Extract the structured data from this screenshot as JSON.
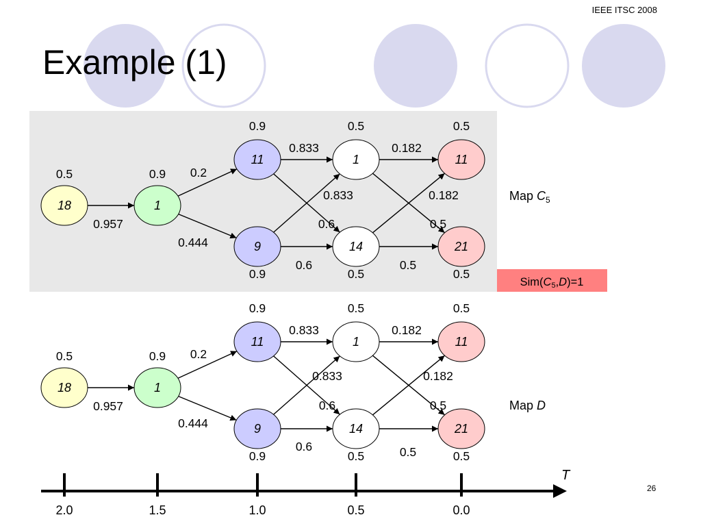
{
  "slide": {
    "header_text": "IEEE ITSC 2008",
    "title": "Example (1)",
    "page_number": "26"
  },
  "colors": {
    "deco_fill": "#d9d9ef",
    "deco_stroke": "#d9d9ef",
    "panel_bg": "#e8e8e8",
    "yellow": "#ffffcc",
    "green": "#ccffcc",
    "blue": "#ccccff",
    "white": "#ffffff",
    "red": "#ffcccc",
    "sim_badge": "#ff8080"
  },
  "maps": [
    {
      "id": "C5",
      "label_prefix": "Map ",
      "label_var": "C",
      "label_sub": "5",
      "nodes": [
        {
          "id": "a",
          "label": "18",
          "weight": "0.5",
          "color": "yellow"
        },
        {
          "id": "b",
          "label": "1",
          "weight": "0.9",
          "color": "green"
        },
        {
          "id": "c",
          "label": "11",
          "weight": "0.9",
          "color": "blue"
        },
        {
          "id": "d",
          "label": "9",
          "weight": "0.9",
          "color": "blue"
        },
        {
          "id": "e",
          "label": "1",
          "weight": "0.5",
          "color": "white"
        },
        {
          "id": "f",
          "label": "14",
          "weight": "0.5",
          "color": "white"
        },
        {
          "id": "g",
          "label": "11",
          "weight": "0.5",
          "color": "red"
        },
        {
          "id": "h",
          "label": "21",
          "weight": "0.5",
          "color": "red"
        }
      ],
      "edges": [
        {
          "from": "a",
          "to": "b",
          "weight": "0.957"
        },
        {
          "from": "b",
          "to": "c",
          "weight": "0.2"
        },
        {
          "from": "b",
          "to": "d",
          "weight": "0.444"
        },
        {
          "from": "c",
          "to": "e",
          "weight": "0.833"
        },
        {
          "from": "d",
          "to": "e",
          "weight": "0.833"
        },
        {
          "from": "c",
          "to": "f",
          "weight": "0.6"
        },
        {
          "from": "d",
          "to": "f",
          "weight": "0.6"
        },
        {
          "from": "e",
          "to": "g",
          "weight": "0.182"
        },
        {
          "from": "f",
          "to": "g",
          "weight": "0.182"
        },
        {
          "from": "e",
          "to": "h",
          "weight": "0.5"
        },
        {
          "from": "f",
          "to": "h",
          "weight": "0.5"
        }
      ]
    },
    {
      "id": "D",
      "label_prefix": "Map ",
      "label_var": "D",
      "label_sub": "",
      "nodes": [
        {
          "id": "a",
          "label": "18",
          "weight": "0.5",
          "color": "yellow"
        },
        {
          "id": "b",
          "label": "1",
          "weight": "0.9",
          "color": "green"
        },
        {
          "id": "c",
          "label": "11",
          "weight": "0.9",
          "color": "blue"
        },
        {
          "id": "d",
          "label": "9",
          "weight": "0.9",
          "color": "blue"
        },
        {
          "id": "e",
          "label": "1",
          "weight": "0.5",
          "color": "white"
        },
        {
          "id": "f",
          "label": "14",
          "weight": "0.5",
          "color": "white"
        },
        {
          "id": "g",
          "label": "11",
          "weight": "0.5",
          "color": "red"
        },
        {
          "id": "h",
          "label": "21",
          "weight": "0.5",
          "color": "red"
        }
      ],
      "edges": [
        {
          "from": "a",
          "to": "b",
          "weight": "0.957"
        },
        {
          "from": "b",
          "to": "c",
          "weight": "0.2"
        },
        {
          "from": "b",
          "to": "d",
          "weight": "0.444"
        },
        {
          "from": "c",
          "to": "e",
          "weight": "0.833"
        },
        {
          "from": "d",
          "to": "e",
          "weight": "0.833"
        },
        {
          "from": "c",
          "to": "f",
          "weight": "0.6"
        },
        {
          "from": "d",
          "to": "f",
          "weight": "0.6"
        },
        {
          "from": "e",
          "to": "g",
          "weight": "0.182"
        },
        {
          "from": "f",
          "to": "g",
          "weight": "0.182"
        },
        {
          "from": "e",
          "to": "h",
          "weight": "0.5"
        },
        {
          "from": "f",
          "to": "h",
          "weight": "0.5"
        }
      ]
    }
  ],
  "similarity": {
    "prefix": "Sim(",
    "var1": "C",
    "sub1": "5",
    "sep": ",",
    "var2": "D",
    "suffix": ")=1"
  },
  "time_axis": {
    "label": "T",
    "ticks": [
      "2.0",
      "1.5",
      "1.0",
      "0.5",
      "0.0"
    ]
  }
}
